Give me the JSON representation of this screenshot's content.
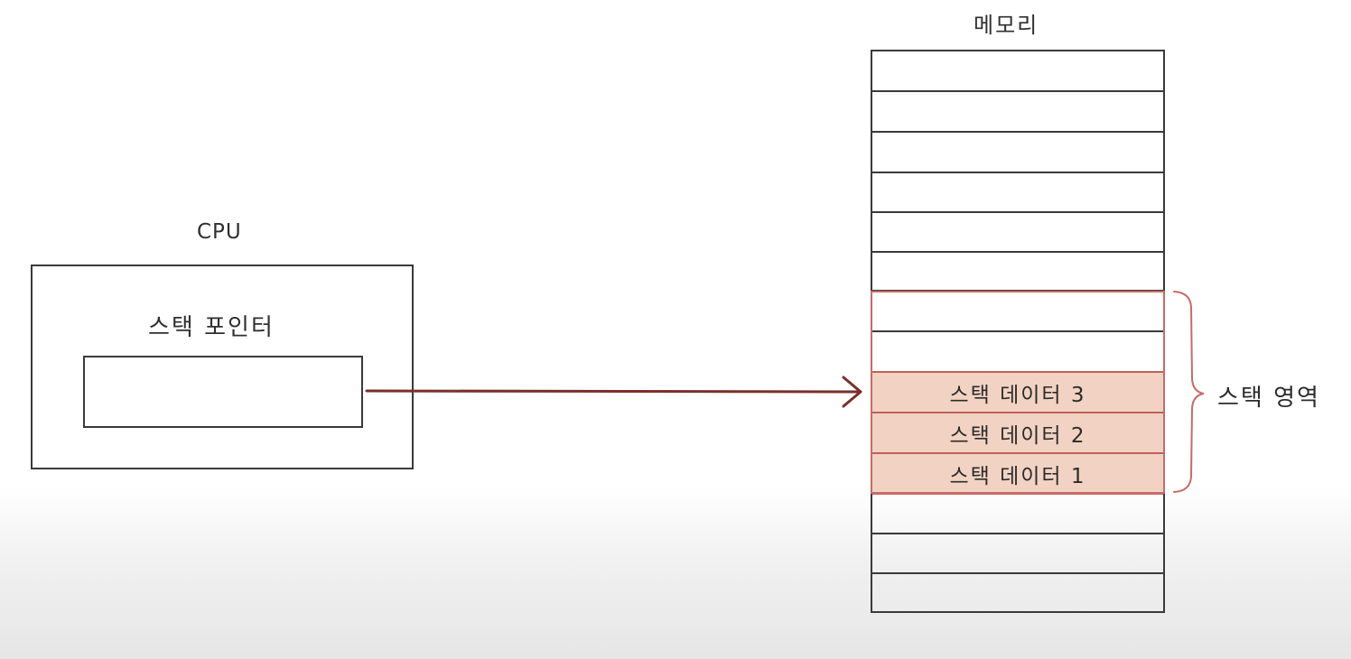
{
  "cpu": {
    "label": "CPU",
    "stack_pointer_label": "스택 포인터"
  },
  "memory": {
    "label": "메모리",
    "cells": [
      "",
      "",
      "",
      "",
      "",
      "",
      "",
      "",
      "스택 데이터 3",
      "스택 데이터 2",
      "스택 데이터 1",
      "",
      "",
      ""
    ],
    "stack_area_label": "스택 영역"
  },
  "colors": {
    "stack_fill": "#f2d3c3",
    "stack_border": "#c96a66",
    "arrow": "#7a2f2a",
    "line": "#3a3a3a"
  }
}
